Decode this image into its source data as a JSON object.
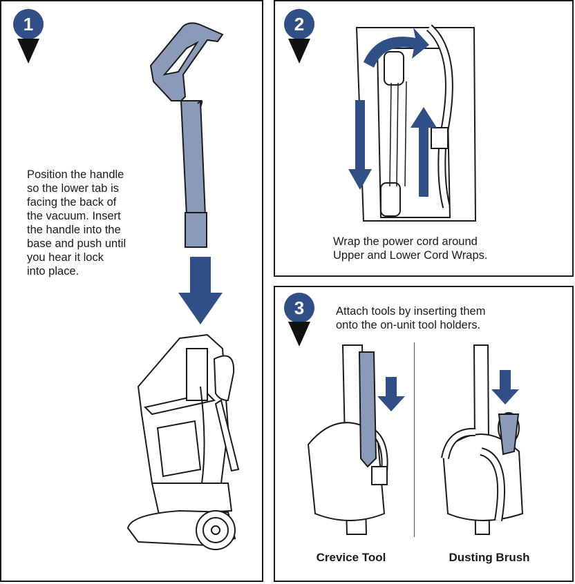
{
  "steps": [
    {
      "number": "1",
      "text": "Position the handle\nso the lower tab is\nfacing the back of\nthe vacuum. Insert\nthe handle into the\nbase and push until\nyou hear it lock\ninto place."
    },
    {
      "number": "2",
      "text": "Wrap the power cord around\nUpper and Lower Cord Wraps."
    },
    {
      "number": "3",
      "text": "Attach tools by inserting them\nonto the on-unit tool holders.",
      "captions": [
        "Crevice Tool",
        "Dusting Brush"
      ]
    }
  ],
  "colors": {
    "accent": "#2f4f86",
    "part": "#8a9ab8",
    "line": "#1a1a1a"
  },
  "icons": [
    "step-number-badge",
    "down-pointer-triangle",
    "insert-arrow-icon",
    "wrap-arrow-icon"
  ]
}
